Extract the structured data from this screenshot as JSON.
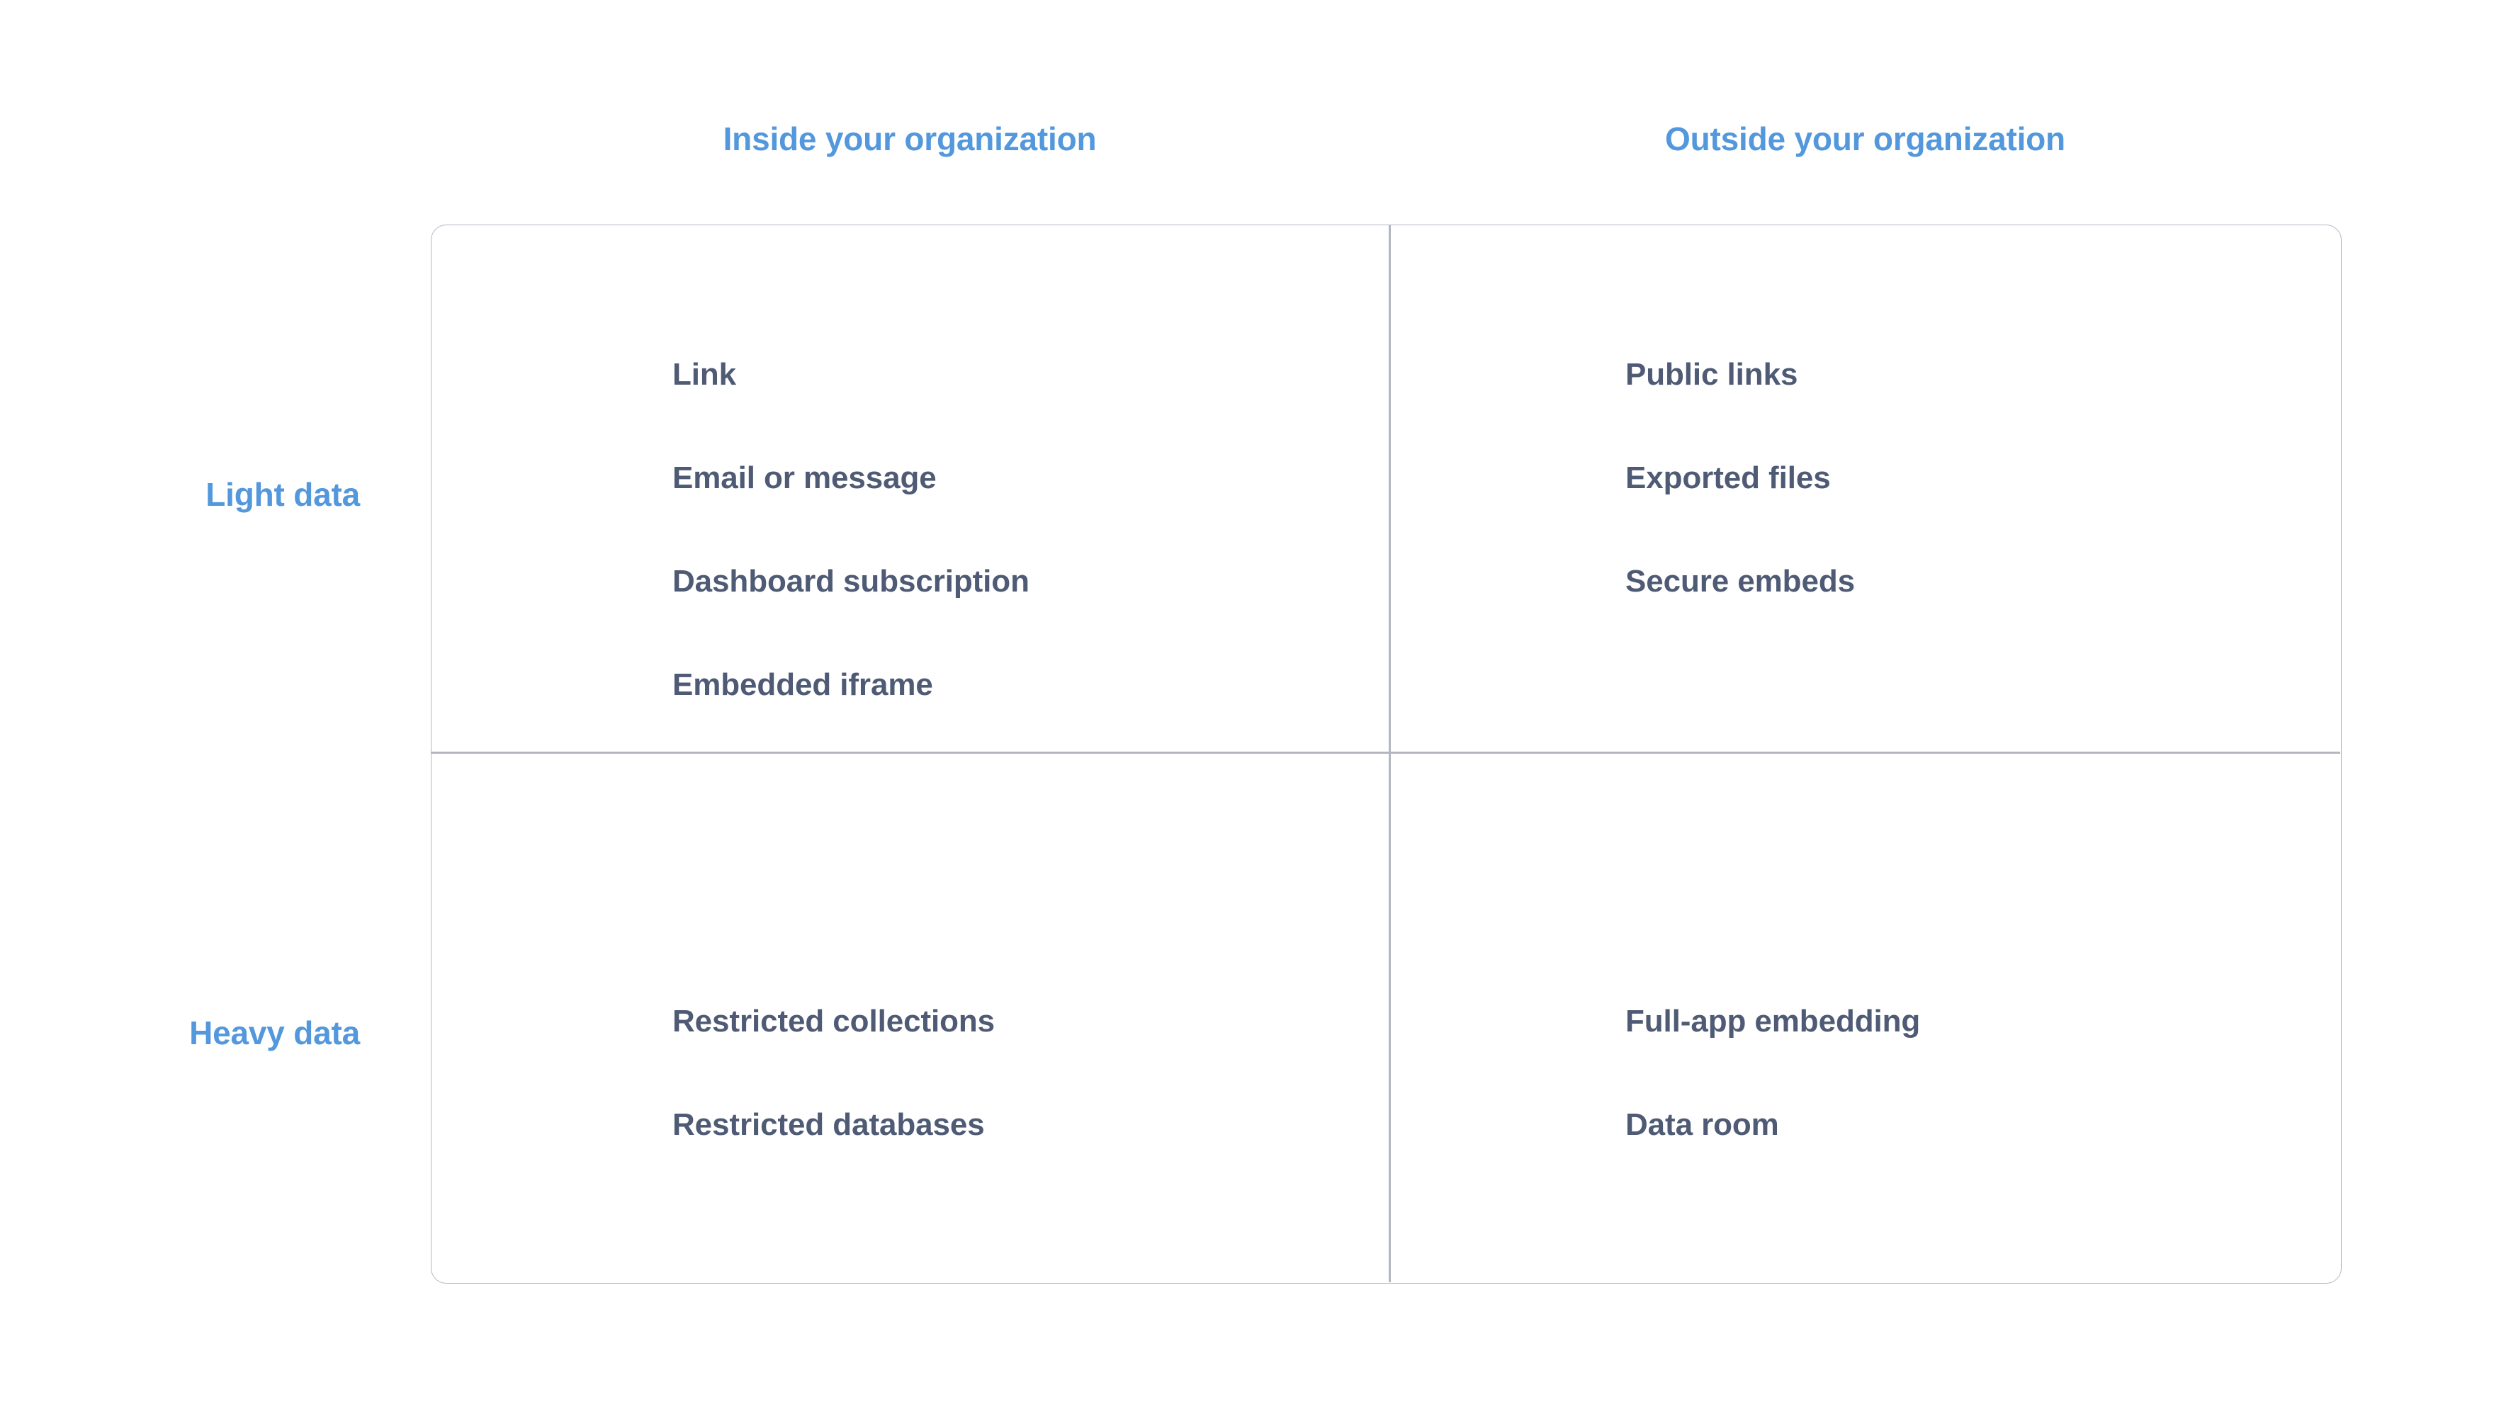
{
  "accent_color": "#5398dc",
  "item_text_color": "#4f5b75",
  "border_color": "#b4b7c3",
  "background_color": "#ffffff",
  "columns": [
    {
      "id": "inside",
      "label": "Inside your organization"
    },
    {
      "id": "outside",
      "label": "Outside your organization"
    }
  ],
  "rows": [
    {
      "id": "light",
      "label": "Light data"
    },
    {
      "id": "heavy",
      "label": "Heavy data"
    }
  ],
  "cells": {
    "light_inside": {
      "items": [
        "Link",
        "Email or message",
        "Dashboard subscription",
        "Embedded iframe"
      ]
    },
    "light_outside": {
      "items": [
        "Public links",
        "Exported files",
        "Secure embeds"
      ]
    },
    "heavy_inside": {
      "items": [
        "Restricted collections",
        "Restricted databases"
      ]
    },
    "heavy_outside": {
      "items": [
        "Full-app embedding",
        "Data room"
      ]
    }
  }
}
